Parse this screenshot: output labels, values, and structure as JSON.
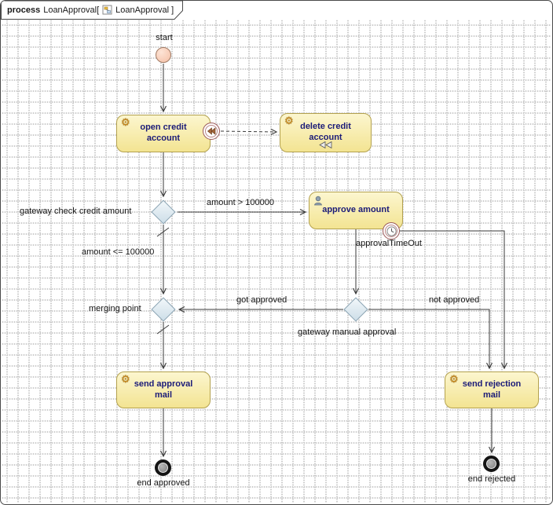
{
  "frame": {
    "keyword": "process",
    "name": "LoanApproval[",
    "ref": "LoanApproval ]"
  },
  "events": {
    "start": {
      "label": "start"
    },
    "end_approved": {
      "label": "end approved"
    },
    "end_rejected": {
      "label": "end rejected"
    }
  },
  "tasks": {
    "open_credit_account": {
      "label": "open credit account",
      "icon": "gear-icon"
    },
    "delete_credit_account": {
      "label": "delete credit account",
      "icon": "gear-icon",
      "marker": "compensation"
    },
    "approve_amount": {
      "label": "approve amount",
      "icon": "user-icon"
    },
    "send_approval_mail": {
      "label": "send approval mail",
      "icon": "gear-icon"
    },
    "send_rejection_mail": {
      "label": "send rejection mail",
      "icon": "gear-icon"
    }
  },
  "gateways": {
    "check_credit": {
      "label": "gateway check credit amount"
    },
    "merging_point": {
      "label": "merging point"
    },
    "manual_approval": {
      "label": "gateway manual approval"
    }
  },
  "flows": {
    "amount_gt": {
      "label": "amount > 100000"
    },
    "amount_le": {
      "label": "amount <= 100000"
    },
    "got_approved": {
      "label": "got approved"
    },
    "not_approved": {
      "label": "not approved"
    },
    "approval_timeout": {
      "label": "approvalTimeOut"
    }
  },
  "colors": {
    "task_fill_top": "#fcf6cf",
    "task_fill_bottom": "#f3e492",
    "task_border": "#b3a14e",
    "task_text": "#1b1b78",
    "gateway_fill": "#cddee8",
    "gateway_border": "#88a2b2",
    "start_fill": "#f4bfa5",
    "boundary_ring": "#9c5a5a",
    "flow_line": "#3a3a3a"
  }
}
